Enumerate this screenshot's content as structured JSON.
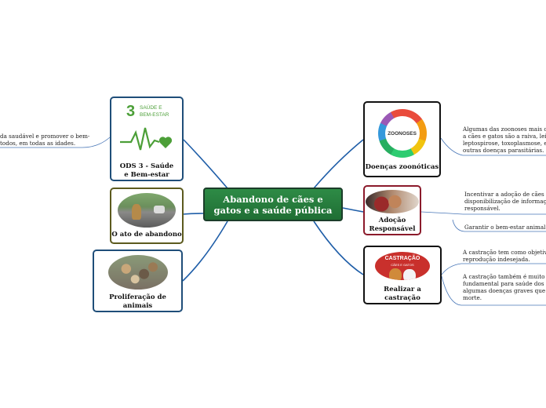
{
  "center": {
    "title": "Abandono de cães e gatos e a saúde pública"
  },
  "left": {
    "ods": {
      "label": "ODS 3 - Saúde e Bem-estar",
      "badge_number": "3",
      "badge_text_1": "SAÚDE E",
      "badge_text_2": "BEM-ESTAR",
      "note_1": "da saudável e promover o bem-",
      "note_2": "todos, em todas as idades."
    },
    "abandono": {
      "label": "O ato de abandono"
    },
    "proliferacao": {
      "label": "Proliferação de animais"
    }
  },
  "right": {
    "zoonoticas": {
      "label": "Doenças zoonóticas",
      "logo_text": "ZOONOSES",
      "note": [
        "Algumas das zoonoses mais co",
        "a cães e gatos são a raiva, leish",
        "leptospirose, toxoplasmose, es",
        "outras doenças parasitárias."
      ]
    },
    "adocao": {
      "label": "Adoção Responsável",
      "note_1": [
        "Incentivar a adoção de cães e",
        "disponibilização de informaçõ",
        "responsável."
      ],
      "note_2": "Garantir o bem-estar animal"
    },
    "castracao": {
      "label": "Realizar a castração",
      "logo_title": "CASTRAÇÃO",
      "logo_sub": "CÃES E GATOS",
      "note_1": [
        "A castração tem como objetivo",
        "reprodução indesejada."
      ],
      "note_2": [
        "A castração também é muito i",
        "fundamental para saúde dos a",
        "algumas doenças graves que p",
        "morte."
      ]
    }
  },
  "colors": {
    "center_fill": "#2a7f3f",
    "sdg_green": "#4c9f38",
    "link_blue": "#1f5ea8",
    "adocao_border": "#8b1a2b",
    "abandono_border": "#5c5a1e"
  }
}
